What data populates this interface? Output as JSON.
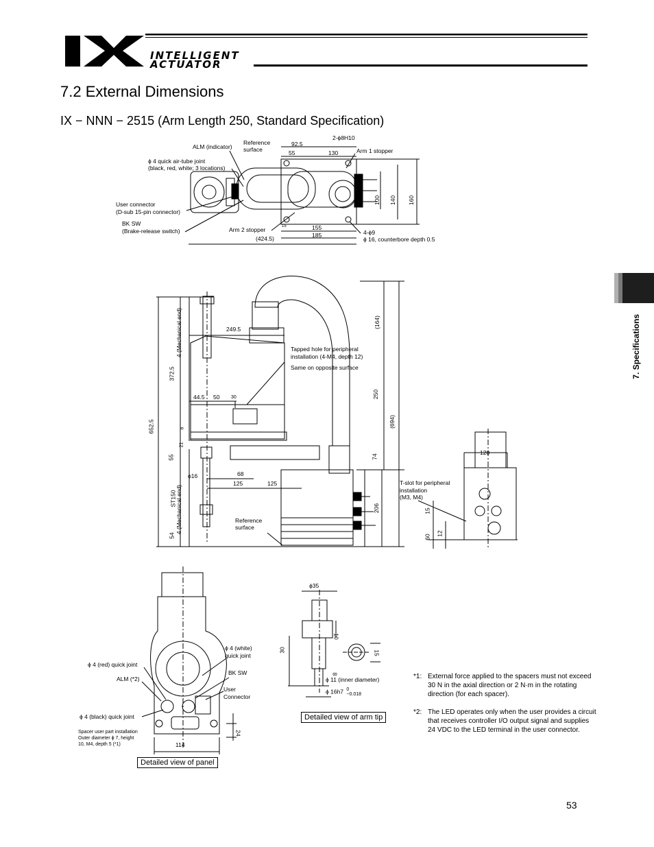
{
  "header": {
    "logo_letters": "IX",
    "logo_line1": "INTELLIGENT",
    "logo_line2": "ACTUATOR"
  },
  "section_title": "7.2 External Dimensions",
  "model_title": "IX − NNN − 2515 (Arm Length 250, Standard Specification)",
  "side_tab": "7. Specifications",
  "top_view": {
    "alm_indicator": "ALM (indicator)",
    "reference_surface": "Reference surface",
    "air_tube_1": "ϕ 4 quick air-tube joint",
    "air_tube_2": "(black, red, white; 3 locations)",
    "user_conn_1": "User connector",
    "user_conn_2": "(D-sub 15-pin connector)",
    "bk_sw_1": "BK SW",
    "bk_sw_2": "(Brake-release switch)",
    "arm2_stopper": "Arm 2 stopper",
    "arm1_stopper": "Arm 1 stopper",
    "hole_2": "2-ϕ8H10",
    "hole_4_1": "4-ϕ9",
    "hole_4_2": "ϕ 16, counterbore depth 0.5",
    "d_925": "92.5",
    "d_55": "55",
    "d_130": "130",
    "d_155": "155",
    "d_185": "185",
    "d_15": "15",
    "d_4245": "(424.5)",
    "d_100": "100",
    "d_140": "140",
    "d_160": "160"
  },
  "side_view": {
    "tapped_hole_1": "Tapped hole for peripheral",
    "tapped_hole_2": "installation (4-M4, depth 12)",
    "same_surface": "Same on opposite surface",
    "reference_surface": "Reference surface",
    "d_2495": "249.5",
    "d_445": "44.5",
    "d_50": "50",
    "d_30": "30",
    "d_68": "68",
    "d_125a": "125",
    "d_125b": "125",
    "d_phi16": "ϕ16",
    "v_mech_end_top": "4 (Mechanical end)",
    "v_3725": "372.5",
    "v_6525": "652.5",
    "v_8": "8",
    "v_21": "21",
    "v_55": "55",
    "v_st150": "ST150",
    "v_mech_end_bot": "4 (Mechanical end)",
    "v_54": "54",
    "v_164": "(164)",
    "v_250": "250",
    "v_694": "(694)",
    "v_74": "74",
    "v_206": "206"
  },
  "right_view": {
    "d_120": "120",
    "tslot_1": "T-slot for peripheral",
    "tslot_2": "installation",
    "tslot_3": "(M3, M4)",
    "v_15": "15",
    "v_60": "60",
    "v_12": "12"
  },
  "panel": {
    "red_joint": "ϕ 4 (red) quick joint",
    "alm": "ALM (*2)",
    "black_joint": "ϕ 4 (black) quick joint",
    "spacer_1": "Spacer user part installation",
    "spacer_2": "Outer diameter ϕ 7, height",
    "spacer_3": "10, M4, depth 5 (*1)",
    "white_joint_1": "ϕ 4 (white)",
    "white_joint_2": "quick joint",
    "bk_sw": "BK SW",
    "user_conn_1": "User",
    "user_conn_2": "Connector",
    "d_114": "114",
    "v_24": "24",
    "caption": "Detailed view of panel"
  },
  "arm_tip": {
    "d_phi35": "ϕ35",
    "v_10": "10",
    "v_30": "30",
    "v_8": "8",
    "v_15": "15",
    "inner_diameter": "ϕ 11 (inner diameter)",
    "shaft": "ϕ 16h7",
    "tolerance_upper": "0",
    "tolerance_lower": "−0.018",
    "caption": "Detailed view of arm tip"
  },
  "notes": [
    {
      "mark": "*1:",
      "text": "External force applied to the spacers must not exceed 30 N in the axial direction or 2 N·m in the rotating direction (for each spacer)."
    },
    {
      "mark": "*2:",
      "text": "The LED operates only when the user provides a circuit that receives controller I/O output signal and supplies 24 VDC to the LED terminal in the user connector."
    }
  ],
  "page_number": "53"
}
